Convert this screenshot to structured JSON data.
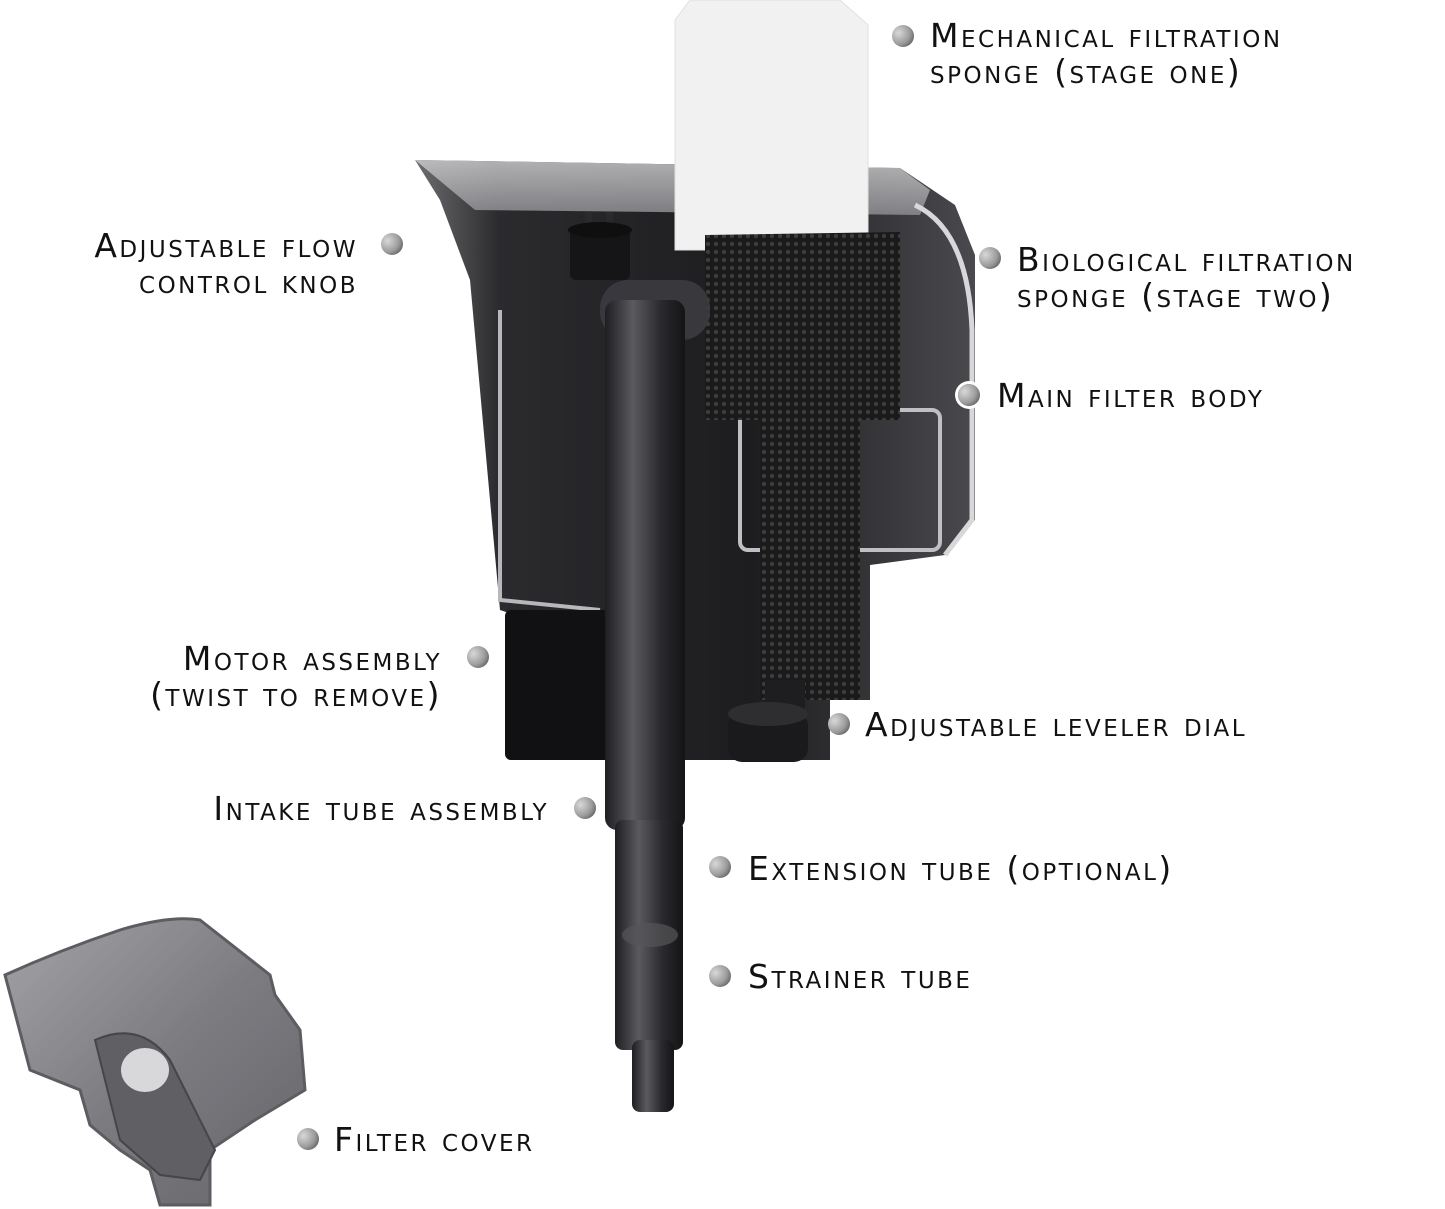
{
  "figure": {
    "subject": "Hang-on-back aquarium power filter",
    "background_color": "#ffffff",
    "text_color": "#111111",
    "bullet_icon": "sphere-bullet-icon"
  },
  "labels": [
    {
      "id": "mechanical-sponge",
      "lines": [
        "Mechanical filtration",
        "sponge (stage one)"
      ],
      "side": "right"
    },
    {
      "id": "flow-knob",
      "lines": [
        "Adjustable flow",
        "control knob"
      ],
      "side": "left"
    },
    {
      "id": "biological-sponge",
      "lines": [
        "Biological filtration",
        "sponge (stage two)"
      ],
      "side": "right"
    },
    {
      "id": "main-body",
      "lines": [
        "Main filter body"
      ],
      "side": "right"
    },
    {
      "id": "motor",
      "lines": [
        "Motor assembly",
        "(twist to remove)"
      ],
      "side": "left"
    },
    {
      "id": "leveler",
      "lines": [
        "Adjustable leveler dial"
      ],
      "side": "right"
    },
    {
      "id": "intake",
      "lines": [
        "Intake tube assembly"
      ],
      "side": "left"
    },
    {
      "id": "extension",
      "lines": [
        "Extension tube (optional)"
      ],
      "side": "right"
    },
    {
      "id": "strainer",
      "lines": [
        "Strainer tube"
      ],
      "side": "right"
    },
    {
      "id": "cover",
      "lines": [
        "Filter cover"
      ],
      "side": "right"
    }
  ]
}
